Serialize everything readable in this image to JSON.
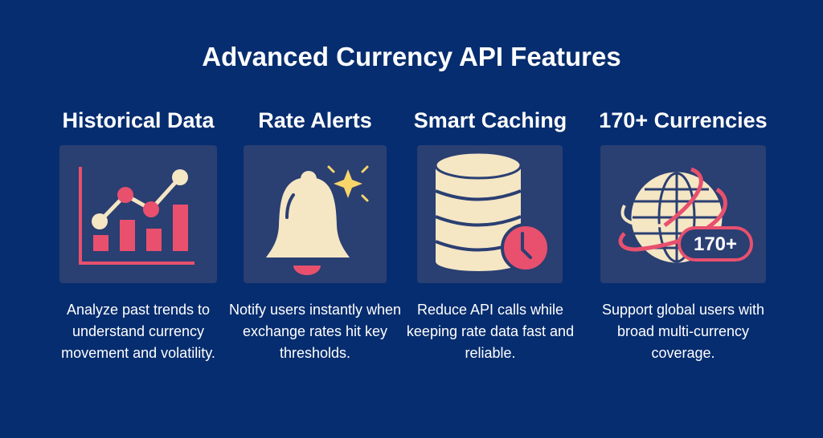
{
  "title": "Advanced Currency API Features",
  "features": [
    {
      "heading": "Historical Data",
      "icon": "bar-line-chart-icon",
      "description": "Analyze past trends to understand currency movement and volatility."
    },
    {
      "heading": "Rate Alerts",
      "icon": "bell-icon",
      "description": "Notify users instantly when exchange rates hit key thresholds."
    },
    {
      "heading": "Smart Caching",
      "icon": "database-clock-icon",
      "description": "Reduce API calls while keeping rate data fast and reliable."
    },
    {
      "heading": "170+ Currencies",
      "icon": "globe-icon",
      "badge": "170+",
      "description": "Support global users with broad multi-currency coverage."
    }
  ],
  "colors": {
    "background": "#062d6f",
    "panel": "#2a3f72",
    "accent": "#e8506e",
    "cream": "#f5e6c4",
    "star": "#f7d56a"
  }
}
